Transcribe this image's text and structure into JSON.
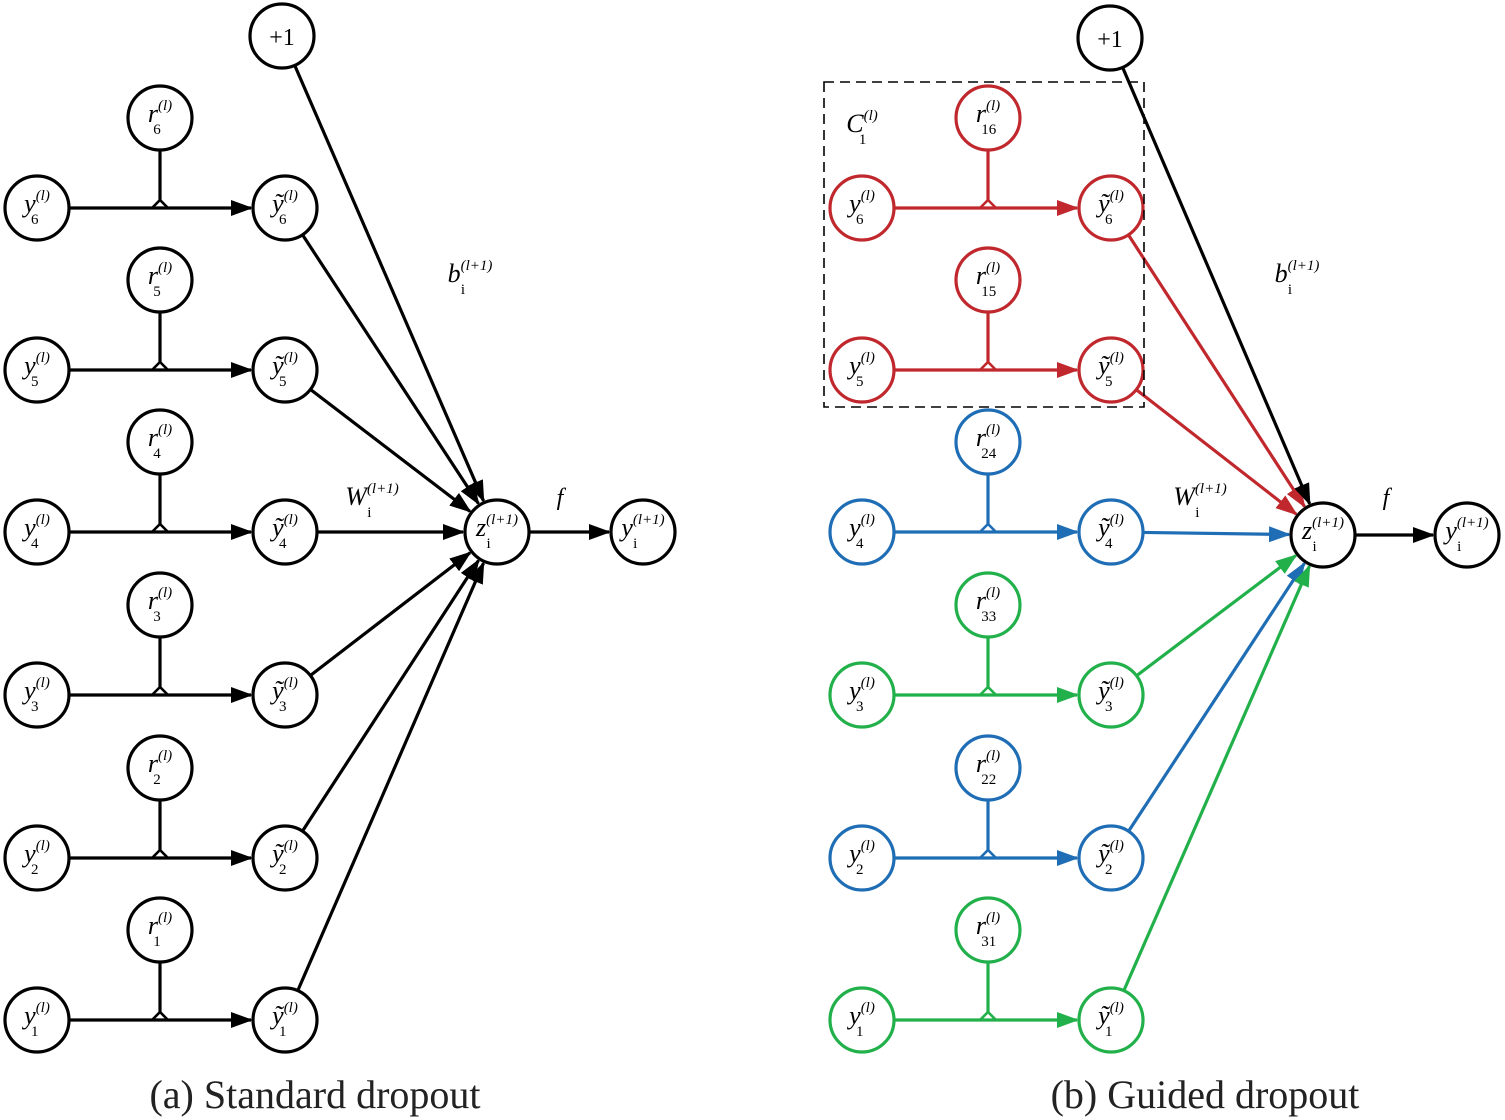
{
  "colors": {
    "black": "#000000",
    "red": "#c0282d",
    "blue": "#1f6db5",
    "green": "#22b04b"
  },
  "panel_a": {
    "caption": "(a) Standard dropout",
    "bias_node": "+1",
    "bias_label": {
      "base": "b",
      "sub": "i",
      "sup": "(l+1)"
    },
    "weight_label": {
      "base": "W",
      "sub": "i",
      "sup": "(l+1)"
    },
    "sum_node": {
      "base": "z",
      "sub": "i",
      "sup": "(l+1)"
    },
    "activation_label": "f",
    "output_node": {
      "base": "y",
      "sub": "i",
      "sup": "(l+1)"
    },
    "rows": [
      {
        "input": {
          "base": "y",
          "sub": "6",
          "sup": "(l)"
        },
        "mask": {
          "base": "r",
          "sub": "6",
          "sup": "(l)"
        },
        "output": {
          "base": "ỹ",
          "sub": "6",
          "sup": "(l)"
        }
      },
      {
        "input": {
          "base": "y",
          "sub": "5",
          "sup": "(l)"
        },
        "mask": {
          "base": "r",
          "sub": "5",
          "sup": "(l)"
        },
        "output": {
          "base": "ỹ",
          "sub": "5",
          "sup": "(l)"
        }
      },
      {
        "input": {
          "base": "y",
          "sub": "4",
          "sup": "(l)"
        },
        "mask": {
          "base": "r",
          "sub": "4",
          "sup": "(l)"
        },
        "output": {
          "base": "ỹ",
          "sub": "4",
          "sup": "(l)"
        }
      },
      {
        "input": {
          "base": "y",
          "sub": "3",
          "sup": "(l)"
        },
        "mask": {
          "base": "r",
          "sub": "3",
          "sup": "(l)"
        },
        "output": {
          "base": "ỹ",
          "sub": "3",
          "sup": "(l)"
        }
      },
      {
        "input": {
          "base": "y",
          "sub": "2",
          "sup": "(l)"
        },
        "mask": {
          "base": "r",
          "sub": "2",
          "sup": "(l)"
        },
        "output": {
          "base": "ỹ",
          "sub": "2",
          "sup": "(l)"
        }
      },
      {
        "input": {
          "base": "y",
          "sub": "1",
          "sup": "(l)"
        },
        "mask": {
          "base": "r",
          "sub": "1",
          "sup": "(l)"
        },
        "output": {
          "base": "ỹ",
          "sub": "1",
          "sup": "(l)"
        }
      }
    ]
  },
  "panel_b": {
    "caption": "(b) Guided dropout",
    "bias_node": "+1",
    "bias_label": {
      "base": "b",
      "sub": "i",
      "sup": "(l+1)"
    },
    "weight_label": {
      "base": "W",
      "sub": "i",
      "sup": "(l+1)"
    },
    "sum_node": {
      "base": "z",
      "sub": "i",
      "sup": "(l+1)"
    },
    "activation_label": "f",
    "output_node": {
      "base": "y",
      "sub": "i",
      "sup": "(l+1)"
    },
    "cluster_label": {
      "base": "C",
      "sub": "1",
      "sup": "(l)"
    },
    "rows": [
      {
        "color": "red",
        "input": {
          "base": "y",
          "sub": "6",
          "sup": "(l)"
        },
        "mask": {
          "base": "r",
          "sub": "16",
          "sup": "(l)"
        },
        "output": {
          "base": "ỹ",
          "sub": "6",
          "sup": "(l)"
        }
      },
      {
        "color": "red",
        "input": {
          "base": "y",
          "sub": "5",
          "sup": "(l)"
        },
        "mask": {
          "base": "r",
          "sub": "15",
          "sup": "(l)"
        },
        "output": {
          "base": "ỹ",
          "sub": "5",
          "sup": "(l)"
        }
      },
      {
        "color": "blue",
        "input": {
          "base": "y",
          "sub": "4",
          "sup": "(l)"
        },
        "mask": {
          "base": "r",
          "sub": "24",
          "sup": "(l)"
        },
        "output": {
          "base": "ỹ",
          "sub": "4",
          "sup": "(l)"
        }
      },
      {
        "color": "green",
        "input": {
          "base": "y",
          "sub": "3",
          "sup": "(l)"
        },
        "mask": {
          "base": "r",
          "sub": "33",
          "sup": "(l)"
        },
        "output": {
          "base": "ỹ",
          "sub": "3",
          "sup": "(l)"
        }
      },
      {
        "color": "blue",
        "input": {
          "base": "y",
          "sub": "2",
          "sup": "(l)"
        },
        "mask": {
          "base": "r",
          "sub": "22",
          "sup": "(l)"
        },
        "output": {
          "base": "ỹ",
          "sub": "2",
          "sup": "(l)"
        }
      },
      {
        "color": "green",
        "input": {
          "base": "y",
          "sub": "1",
          "sup": "(l)"
        },
        "mask": {
          "base": "r",
          "sub": "31",
          "sup": "(l)"
        },
        "output": {
          "base": "ỹ",
          "sub": "1",
          "sup": "(l)"
        }
      }
    ]
  }
}
